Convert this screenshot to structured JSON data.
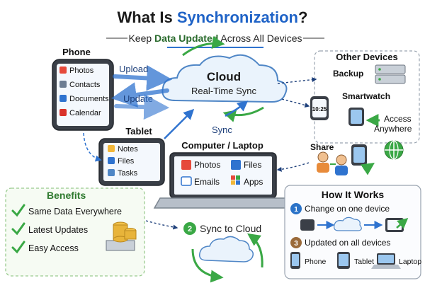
{
  "title": {
    "prefix": "What Is ",
    "accent": "Synchronization",
    "suffix": "?"
  },
  "subtitle": {
    "pre": "Keep ",
    "strong": "Data Updated",
    "post": " Across All Devices"
  },
  "cloud": {
    "title": "Cloud",
    "subtitle": "Real-Time Sync"
  },
  "flows": {
    "upload": "Upload",
    "update": "Update",
    "sync": "Sync"
  },
  "phone": {
    "label": "Phone",
    "apps": [
      "Photos",
      "Contacts",
      "Documents",
      "Calendar"
    ]
  },
  "tablet": {
    "label": "Tablet",
    "apps": [
      "Notes",
      "Files",
      "Tasks"
    ]
  },
  "laptop": {
    "label": "Computer / Laptop",
    "apps": [
      "Photos",
      "Files",
      "Emails",
      "Apps"
    ]
  },
  "other_devices": {
    "title": "Other Devices",
    "backup": "Backup",
    "smartwatch": "Smartwatch",
    "watch_time": "10:25",
    "access_line1": "Access",
    "access_line2": "Anywhere"
  },
  "share": {
    "label": "Share"
  },
  "benefits": {
    "title": "Benefits",
    "items": [
      "Same Data Everywhere",
      "Latest Updates",
      "Easy Access"
    ]
  },
  "sync_step": {
    "number": "2",
    "text": "Sync to Cloud"
  },
  "how_it_works": {
    "title": "How It Works",
    "step1_num": "1",
    "step1": "Change on one device",
    "step3_num": "3",
    "step3": "Updated on all devices",
    "devices": [
      "Phone",
      "Tablet",
      "Laptop"
    ]
  },
  "colors": {
    "accent_blue": "#1f63c7",
    "green": "#3aa845",
    "benefit_green": "#2f7a2f",
    "step1_blue": "#2b73c8",
    "step3_brown": "#9a6a3a",
    "cloud_fill": "#eaf3fc"
  }
}
